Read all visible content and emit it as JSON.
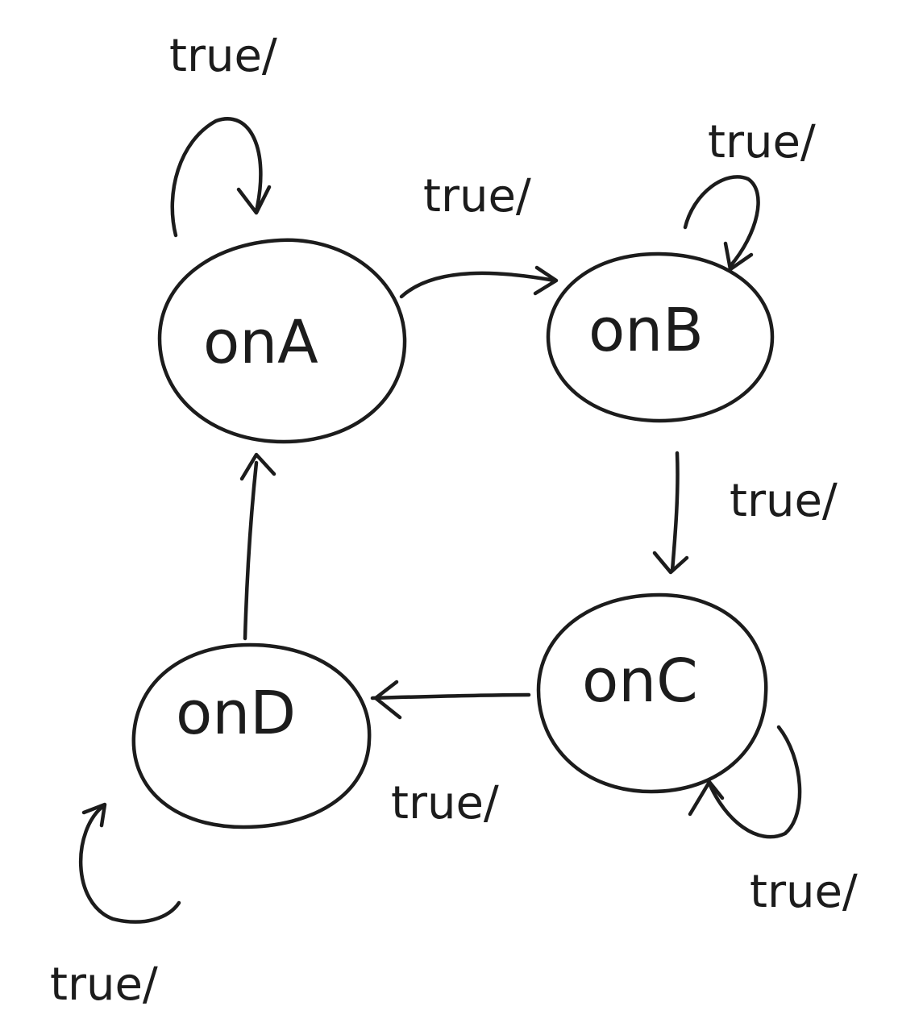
{
  "colors": {
    "background": "#ffffff",
    "ink": "#1c1c1c"
  },
  "states": {
    "onA": "onA",
    "onB": "onB",
    "onC": "onC",
    "onD": "onD"
  },
  "transitions": {
    "onA_self": "true/",
    "onA_to_onB": "true/",
    "onB_self": "true/",
    "onB_to_onC": "true/",
    "onC_to_onD": "true/",
    "onC_self": "true/",
    "onD_self": "true/"
  }
}
